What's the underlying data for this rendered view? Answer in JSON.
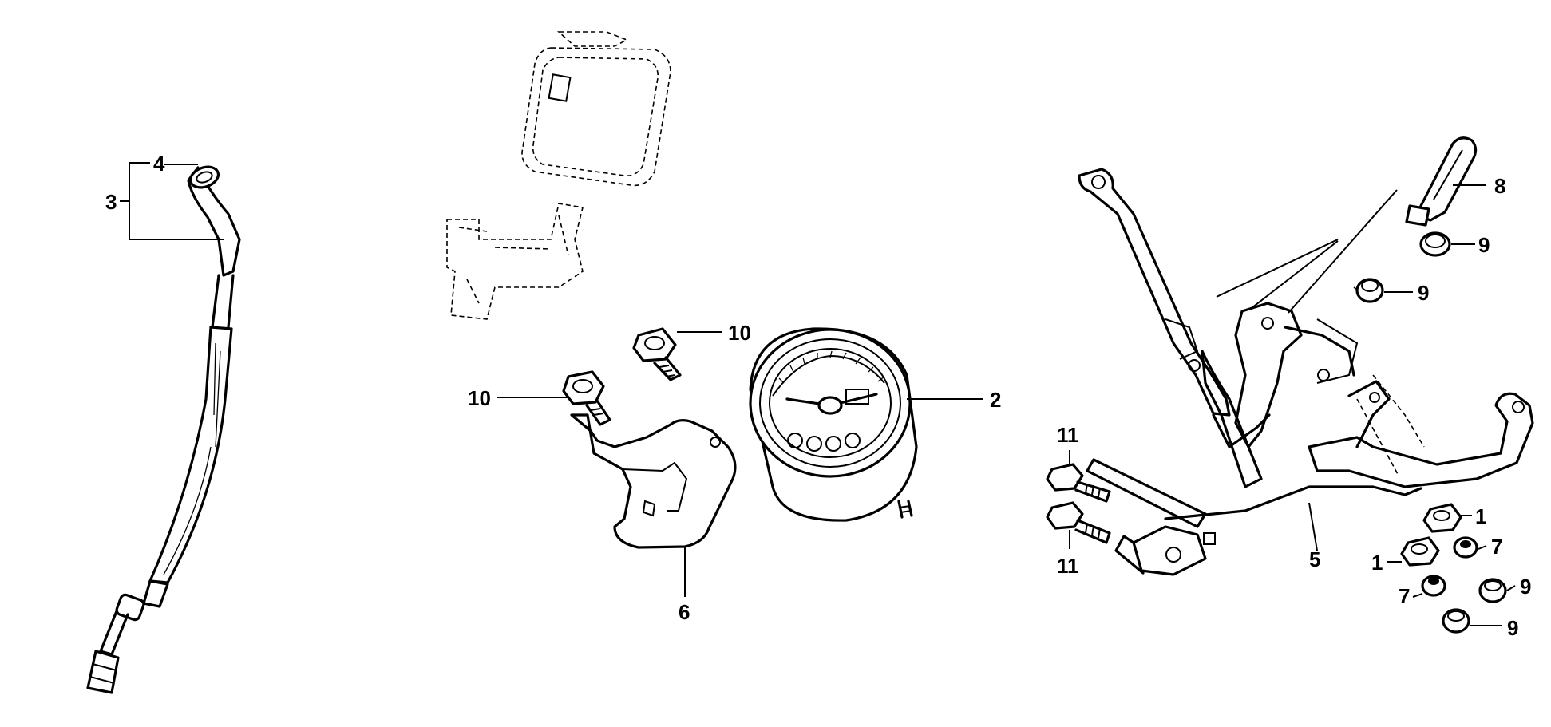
{
  "diagram": {
    "callouts": {
      "c1a": "1",
      "c1b": "1",
      "c2": "2",
      "c3": "3",
      "c4": "4",
      "c5": "5",
      "c6": "6",
      "c7a": "7",
      "c7b": "7",
      "c8": "8",
      "c9a": "9",
      "c9b": "9",
      "c9c": "9",
      "c9d": "9",
      "c10a": "10",
      "c10b": "10",
      "c11a": "11",
      "c11b": "11"
    }
  }
}
